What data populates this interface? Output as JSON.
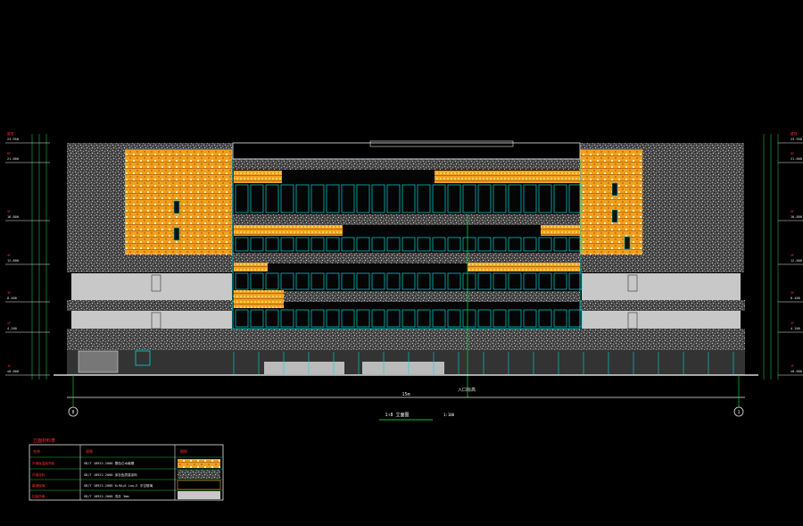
{
  "colors": {
    "background": "#000000",
    "facade_speckle": "#8a8a8a",
    "accent_orange": "#f0a020",
    "glass_line": "#00d8d8",
    "axis_green": "#10c040",
    "axis_white": "#e8e8e8",
    "dim_line": "#ffffff",
    "legend_red": "#ff3030",
    "panel_grey": "#c8c8c8"
  },
  "drawing": {
    "title": "1↑8 立面图",
    "scale": "1:100",
    "overall_dimension": "15m",
    "axis_left": "8",
    "axis_right": "1",
    "center_label": "入口标高"
  },
  "levels_left": [
    {
      "name": "屋顶",
      "elev": "23.950"
    },
    {
      "name": "6F",
      "elev": "21.000"
    },
    {
      "name": "5F",
      "elev": "16.800"
    },
    {
      "name": "4F",
      "elev": "12.600"
    },
    {
      "name": "3F",
      "elev": "8.400"
    },
    {
      "name": "2F",
      "elev": "4.200"
    },
    {
      "name": "1F",
      "elev": "±0.000"
    }
  ],
  "levels_right": [
    {
      "name": "屋顶",
      "elev": "23.950"
    },
    {
      "name": "6F",
      "elev": "21.000"
    },
    {
      "name": "5F",
      "elev": "16.800"
    },
    {
      "name": "4F",
      "elev": "12.600"
    },
    {
      "name": "3F",
      "elev": "8.400"
    },
    {
      "name": "2F",
      "elev": "4.200"
    },
    {
      "name": "1F",
      "elev": "±0.000"
    }
  ],
  "legend": {
    "title": "立面材料表",
    "header": [
      "名称",
      "规格",
      "图例"
    ],
    "rows": [
      {
        "name": "外墙保温装饰板",
        "spec": "GB/T 18922-2008  橙色仑木格栅"
      },
      {
        "name": "外墙涂料",
        "spec": "GB/T 18922-2008  深灰色质感涂料"
      },
      {
        "name": "幕墙玻璃",
        "spec": "GB/T 18922-2008  6+9A+6 Low-E 中空玻璃"
      },
      {
        "name": "铝板饰面",
        "spec": "GB/T 18922-2008  浅灰 3mm"
      }
    ]
  }
}
